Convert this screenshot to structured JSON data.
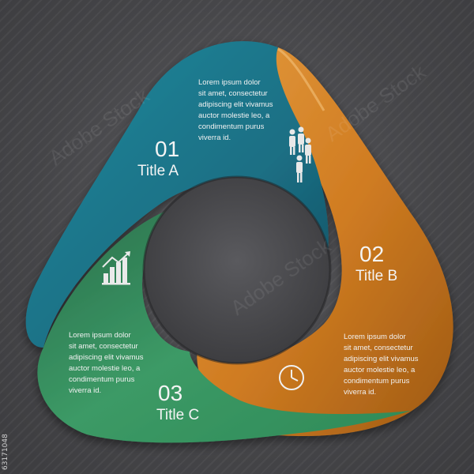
{
  "segments": [
    {
      "number": "01",
      "title": "Title A",
      "color": "#1e7f93",
      "icon": "people-icon",
      "text": [
        "Lorem ipsum dolor",
        "sit amet, consectetur",
        "adipiscing elit vivamus",
        "auctor molestie leo, a",
        "condimentum purus",
        "viverra id."
      ]
    },
    {
      "number": "02",
      "title": "Title B",
      "color": "#d27e22",
      "icon": "clock-icon",
      "text": [
        "Lorem ipsum dolor",
        "sit amet, consectetur",
        "adipiscing elit vivamus",
        "auctor molestie leo, a",
        "condimentum purus",
        "viverra id."
      ]
    },
    {
      "number": "03",
      "title": "Title C",
      "color": "#2f8a57",
      "icon": "bar-chart-icon",
      "text": [
        "Lorem ipsum dolor",
        "sit amet, consectetur",
        "adipiscing elit vivamus",
        "auctor molestie leo, a",
        "condimentum purus",
        "viverra id."
      ]
    }
  ],
  "image_id": "63171048",
  "watermark": "Adobe Stock"
}
